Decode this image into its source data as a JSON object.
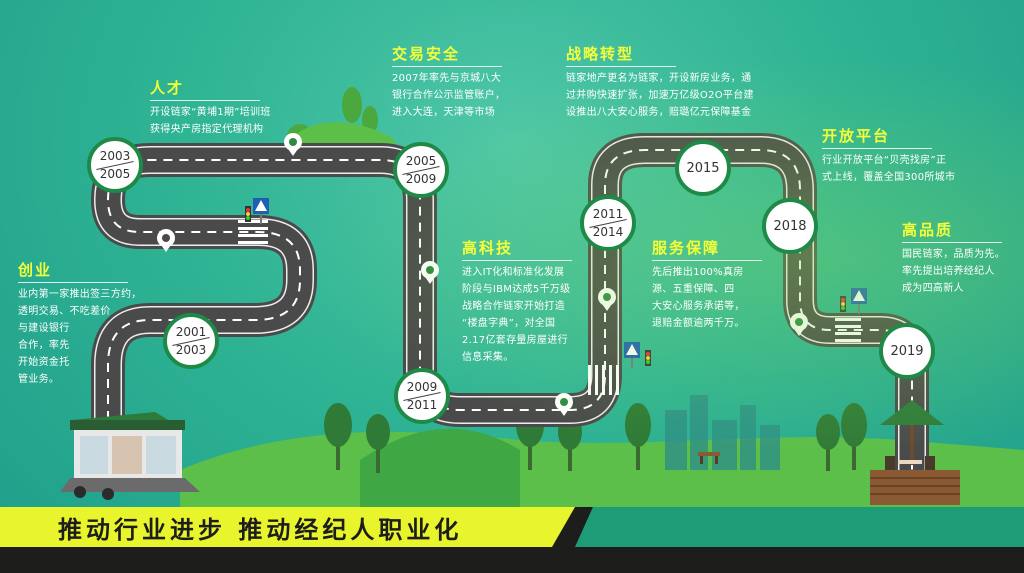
{
  "banner": {
    "slogan": "推动行业进步 推动经纪人职业化"
  },
  "milestones": {
    "chuangye": {
      "title": "创业",
      "desc": [
        "业内第一家推出签三方约，",
        "透明交易、不吃差价",
        "与建设银行",
        "合作，率先",
        "开始资金托",
        "管业务。"
      ]
    },
    "rencai": {
      "title": "人才",
      "desc": [
        "开设链家“黄埔1期”培训班",
        "获得央产房指定代理机构"
      ]
    },
    "jiaoyi": {
      "title": "交易安全",
      "desc": [
        "2007年率先与京城八大",
        "银行合作公示监管账户，",
        "进入大连，天津等市场"
      ]
    },
    "gaokeji": {
      "title": "高科技",
      "desc": [
        "进入IT化和标准化发展",
        "阶段与IBM达成5千万级",
        "战略合作链家开始打造",
        "“楼盘字典”，对全国",
        "2.17亿套存量房屋进行",
        "信息采集。"
      ]
    },
    "zhanlue": {
      "title": "战略转型",
      "desc": [
        "链家地产更名为链家，开设新房业务，通",
        "过并购快速扩张，加速万亿级O2O平台建",
        "设推出八大安心服务，赔璐亿元保障基金"
      ]
    },
    "fuwu": {
      "title": "服务保障",
      "desc": [
        "先后推出100%真房",
        "源、五重保障、四",
        "大安心服务承诺等，",
        "退赔金额逾两千万。"
      ]
    },
    "kaifang": {
      "title": "开放平台",
      "desc": [
        "行业开放平台“贝壳找房”正",
        "式上线，覆盖全国300所城市"
      ]
    },
    "gaopinzhi": {
      "title": "高品质",
      "desc": [
        "国民链家，品质为先。",
        "率先提出培养经纪人",
        "成为四高新人"
      ]
    }
  },
  "years": {
    "y2001": [
      "2001",
      "2003"
    ],
    "y2003": [
      "2003",
      "2005"
    ],
    "y2005": [
      "2005",
      "2009"
    ],
    "y2009": [
      "2009",
      "2011"
    ],
    "y2011": [
      "2011",
      "2014"
    ],
    "y2015": "2015",
    "y2018": "2018",
    "y2019": "2019"
  },
  "colors": {
    "road": "#4a4a4a",
    "title": "#f4ff3a",
    "banner_yellow": "#e9f52c",
    "banner_dark": "#1d1d1b",
    "disc_ring": "#1f8a48"
  }
}
